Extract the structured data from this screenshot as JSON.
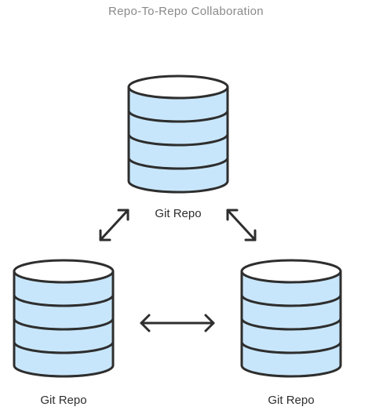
{
  "title": "Repo-To-Repo Collaboration",
  "colors": {
    "stroke": "#2e2e2e",
    "fill": "#c8e6fb",
    "top_fill": "#ffffff",
    "title": "#8a8a8a"
  },
  "nodes": [
    {
      "id": "top",
      "label": "Git Repo",
      "icon": "database-icon"
    },
    {
      "id": "left",
      "label": "Git Repo",
      "icon": "database-icon"
    },
    {
      "id": "right",
      "label": "Git Repo",
      "icon": "database-icon"
    }
  ],
  "edges": [
    {
      "from": "top",
      "to": "left",
      "type": "bidirectional"
    },
    {
      "from": "top",
      "to": "right",
      "type": "bidirectional"
    },
    {
      "from": "left",
      "to": "right",
      "type": "bidirectional"
    }
  ]
}
